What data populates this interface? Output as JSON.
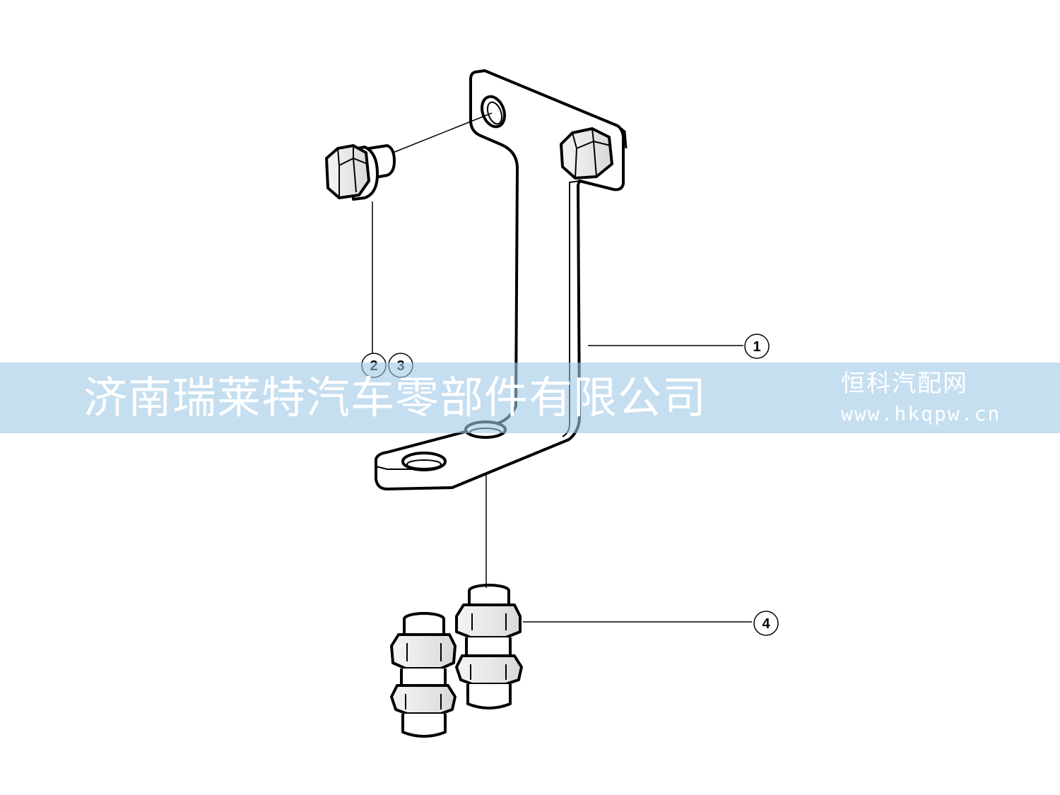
{
  "diagram": {
    "callouts": [
      "1",
      "2",
      "3",
      "4"
    ],
    "parts": [
      "bracket",
      "bolt-with-washer",
      "bulkhead-fitting-left",
      "bulkhead-fitting-right"
    ]
  },
  "watermark": {
    "company": "济南瑞莱特汽车零部件有限公司",
    "site_name": "恒科汽配网",
    "site_url": "www.hkqpw.cn",
    "band_color": "#9ec8e6"
  }
}
